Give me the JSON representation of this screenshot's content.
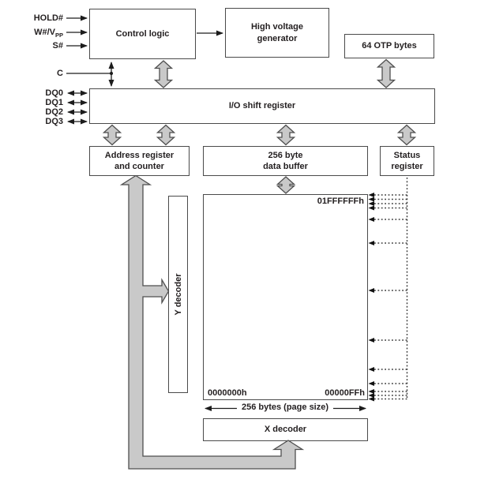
{
  "diagram": {
    "signals": {
      "hold": "HOLD#",
      "wvpp_main": "W#/V",
      "wvpp_sub": "PP",
      "s": "S#",
      "c": "C",
      "dq0": "DQ0",
      "dq1": "DQ1",
      "dq2": "DQ2",
      "dq3": "DQ3"
    },
    "blocks": {
      "control_logic": "Control logic",
      "hv_line1": "High voltage",
      "hv_line2": "generator",
      "otp": "64 OTP bytes",
      "io_shift": "I/O shift register",
      "addr_line1": "Address register",
      "addr_line2": "and counter",
      "buf_line1": "256 byte",
      "buf_line2": "data buffer",
      "status_line1": "Status",
      "status_line2": "register",
      "y_decoder": "Y decoder",
      "x_decoder": "X decoder"
    },
    "memory_array": {
      "addr_top_right": "01FFFFFFh",
      "addr_bottom_left": "0000000h",
      "addr_bottom_right": "00000FFh",
      "page_size": "256 bytes (page size)"
    },
    "colors": {
      "arrow_fill": "#c9c9c9",
      "arrow_stroke": "#4f4f4f",
      "line": "#1c1c1c",
      "box_border": "#4a4a4a"
    }
  }
}
